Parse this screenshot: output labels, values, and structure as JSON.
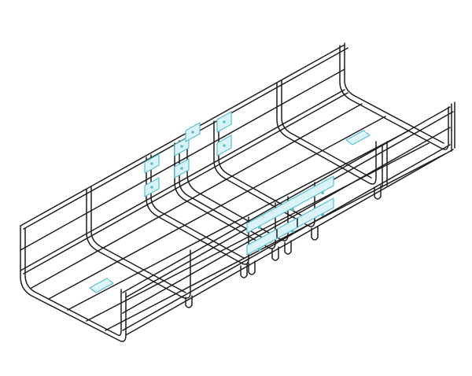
{
  "drawing": {
    "subject": "wire-mesh-cable-tray",
    "colors": {
      "wire": "#1d1d1d",
      "background": "#ffffff",
      "accessory_fill": "#d9f3f7",
      "accessory_stroke": "#59bfd0"
    },
    "highlighted_parts": [
      "splice-plate",
      "splice-plate",
      "joint-clip",
      "joint-clip",
      "floor-clip",
      "floor-clip"
    ]
  }
}
